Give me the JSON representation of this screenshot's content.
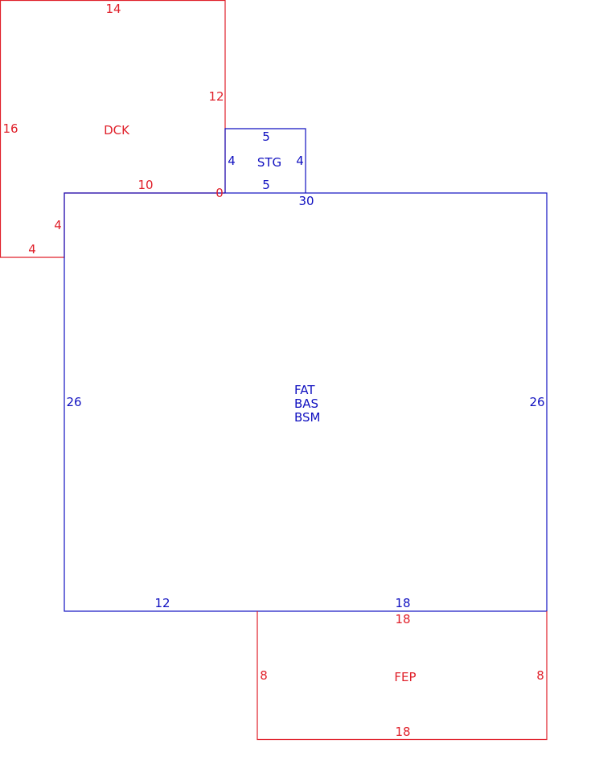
{
  "colors": {
    "red": "#e0202a",
    "blue": "#1010c0",
    "background": "#ffffff"
  },
  "areas": {
    "dck": {
      "label": "DCK",
      "dims": {
        "top": "14",
        "left": "16",
        "right": "12",
        "bottom_inner": "10",
        "corner": "0",
        "step_side": "4",
        "step_bottom": "4"
      }
    },
    "stg": {
      "label": "STG",
      "dims": {
        "top": "5",
        "bottom": "5",
        "left": "4",
        "right": "4"
      }
    },
    "main": {
      "labels": [
        "FAT",
        "BAS",
        "BSM"
      ],
      "dims": {
        "top": "30",
        "left": "26",
        "right": "26",
        "bottom_left": "12",
        "bottom_right": "18"
      }
    },
    "fep": {
      "label": "FEP",
      "dims": {
        "top": "18",
        "bottom": "18",
        "left": "8",
        "right": "8"
      }
    }
  }
}
